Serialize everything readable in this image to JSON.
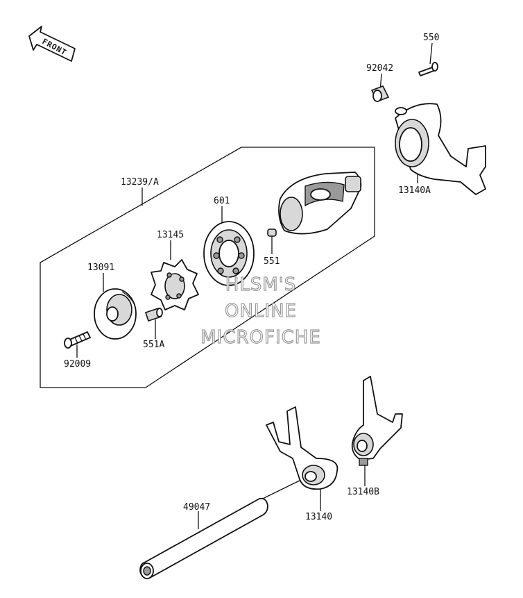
{
  "orientation": {
    "front_label": "FRONT"
  },
  "callouts": {
    "p550": "550",
    "p92042": "92042",
    "p13140A": "13140A",
    "p13239A": "13239/A",
    "p601": "601",
    "p13145": "13145",
    "p13091": "13091",
    "p551": "551",
    "p551A": "551A",
    "p92009": "92009",
    "p49047": "49047",
    "p13140": "13140",
    "p13140B": "13140B"
  },
  "watermark": {
    "line1": "HLSM'S",
    "line2": "ONLINE",
    "line3": "MICROFICHE"
  }
}
